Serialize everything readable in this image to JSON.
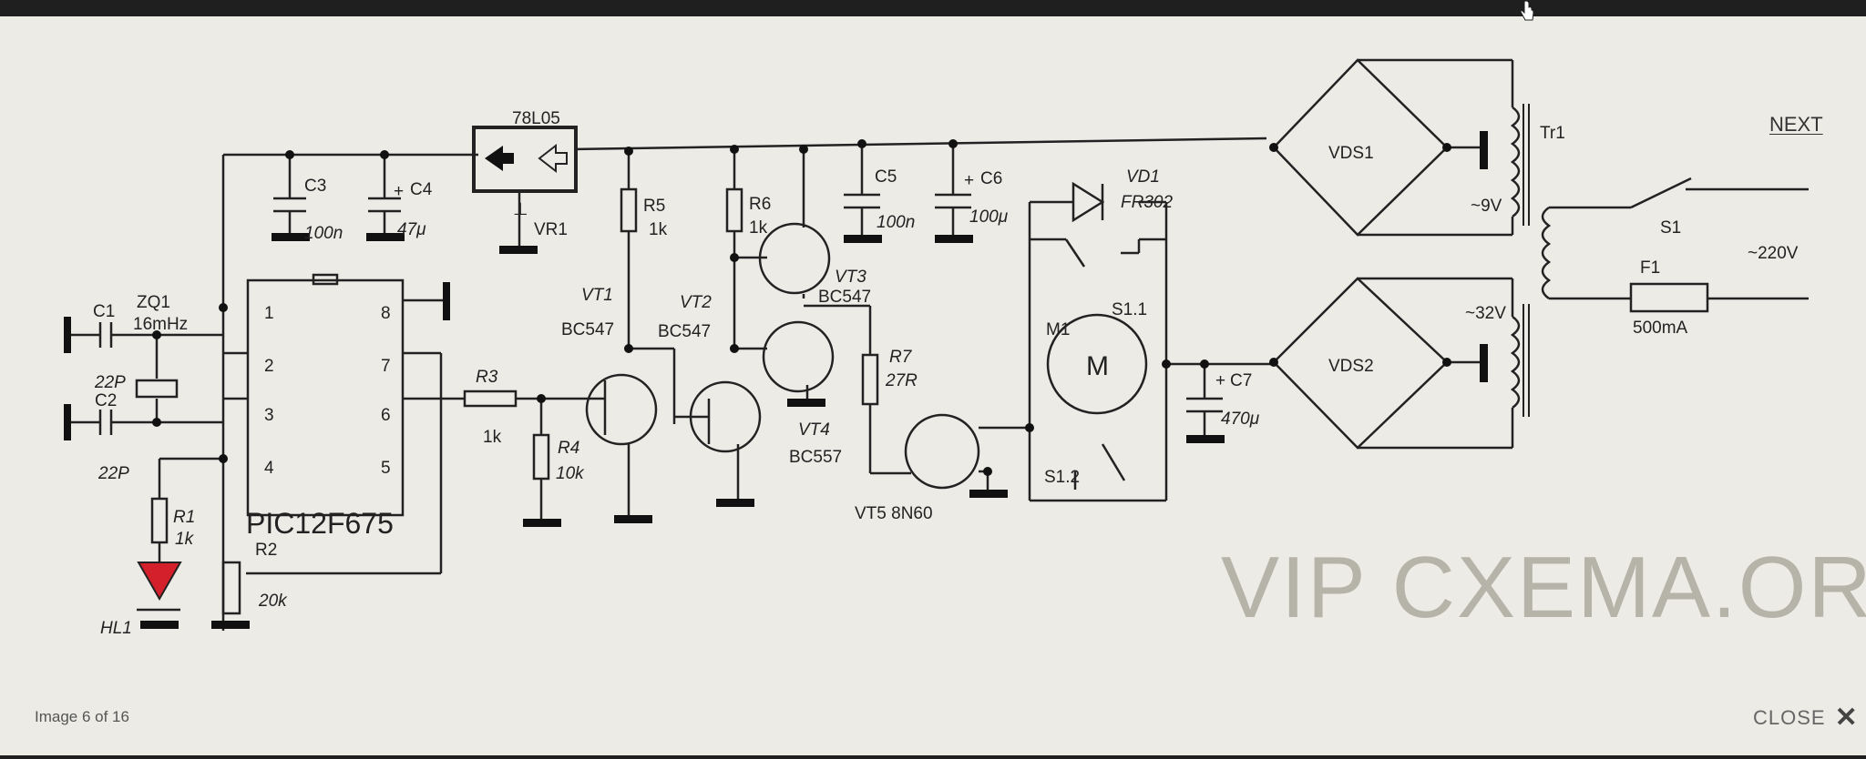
{
  "viewer": {
    "caption": "Image 6 of 16",
    "next_label": "NEXT",
    "close_label": "CLOSE"
  },
  "schematic": {
    "regulator": {
      "part": "78L05",
      "ref": "VR1"
    },
    "capacitors": [
      {
        "ref": "C1",
        "value": "22P"
      },
      {
        "ref": "C2",
        "value": "22P"
      },
      {
        "ref": "C3",
        "value": "100n"
      },
      {
        "ref": "C4",
        "value": "47μ"
      },
      {
        "ref": "C5",
        "value": "100n"
      },
      {
        "ref": "C6",
        "value": "100μ"
      },
      {
        "ref": "C7",
        "value": "470μ"
      }
    ],
    "crystal": {
      "ref": "ZQ1",
      "value": "16mHz"
    },
    "mcu": {
      "part": "PIC12F675",
      "pins": [
        "1",
        "2",
        "3",
        "4",
        "5",
        "6",
        "7",
        "8"
      ]
    },
    "resistors": [
      {
        "ref": "R1",
        "value": "1k"
      },
      {
        "ref": "R2",
        "value": "20k"
      },
      {
        "ref": "R3",
        "value": "1k"
      },
      {
        "ref": "R4",
        "value": "10k"
      },
      {
        "ref": "R5",
        "value": "1k"
      },
      {
        "ref": "R6",
        "value": "1k"
      },
      {
        "ref": "R7",
        "value": "27R"
      }
    ],
    "led": {
      "ref": "HL1"
    },
    "transistors": [
      {
        "ref": "VT1",
        "part": "BC547"
      },
      {
        "ref": "VT2",
        "part": "BC547"
      },
      {
        "ref": "VT3",
        "part": "BC547"
      },
      {
        "ref": "VT4",
        "part": "BC557"
      },
      {
        "ref": "VT5",
        "part": "VT5 8N60"
      }
    ],
    "diode": {
      "ref": "VD1",
      "part": "FR302"
    },
    "motor": {
      "ref": "M1",
      "symbol": "M",
      "switch_a": "S1.1",
      "switch_b": "S1.2"
    },
    "bridges": [
      {
        "ref": "VDS1"
      },
      {
        "ref": "VDS2"
      }
    ],
    "transformer": {
      "ref": "Tr1",
      "v1": "~9V",
      "v2": "~32V"
    },
    "switch": {
      "ref": "S1"
    },
    "fuse": {
      "ref": "F1",
      "value": "500mA"
    },
    "mains": "~220V",
    "plus": "+",
    "ground_mark": "⊥",
    "watermark": "VIP CXEMA.ORG"
  }
}
